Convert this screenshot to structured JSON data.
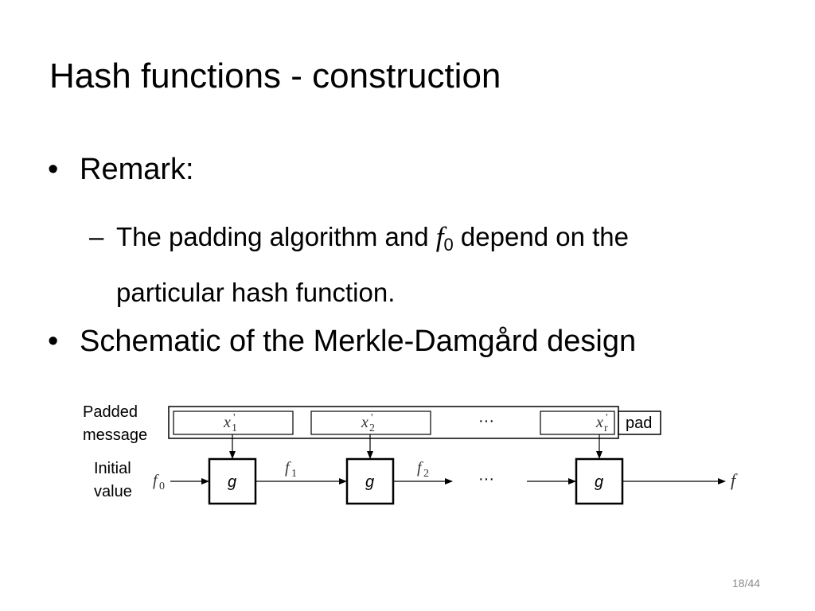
{
  "slide": {
    "title": "Hash functions - construction",
    "page_number": "18/44"
  },
  "bullets": [
    {
      "marker": "•",
      "text": "Remark:",
      "sub": {
        "marker": "–",
        "text_before": "The padding algorithm and ",
        "math_var": "f",
        "math_sub": "0",
        "text_after": " depend on the",
        "text_cont": "particular hash function."
      }
    },
    {
      "marker": "•",
      "text": "Schematic of the Merkle-Damgård design"
    }
  ],
  "diagram": {
    "padded_label": [
      "Padded",
      "message"
    ],
    "initial_label": [
      "Initial",
      "value"
    ],
    "blocks": [
      {
        "var": "x",
        "sub": "1",
        "prime": "'"
      },
      {
        "var": "x",
        "sub": "2",
        "prime": "'"
      },
      {
        "var": "x",
        "sub": "r",
        "prime": "'"
      }
    ],
    "ellipsis": "···",
    "pad_label": "pad",
    "compression_label": "g",
    "chain": [
      {
        "var": "f",
        "sub": "0"
      },
      {
        "var": "f",
        "sub": "1"
      },
      {
        "var": "f",
        "sub": "2"
      }
    ],
    "output": "f"
  }
}
